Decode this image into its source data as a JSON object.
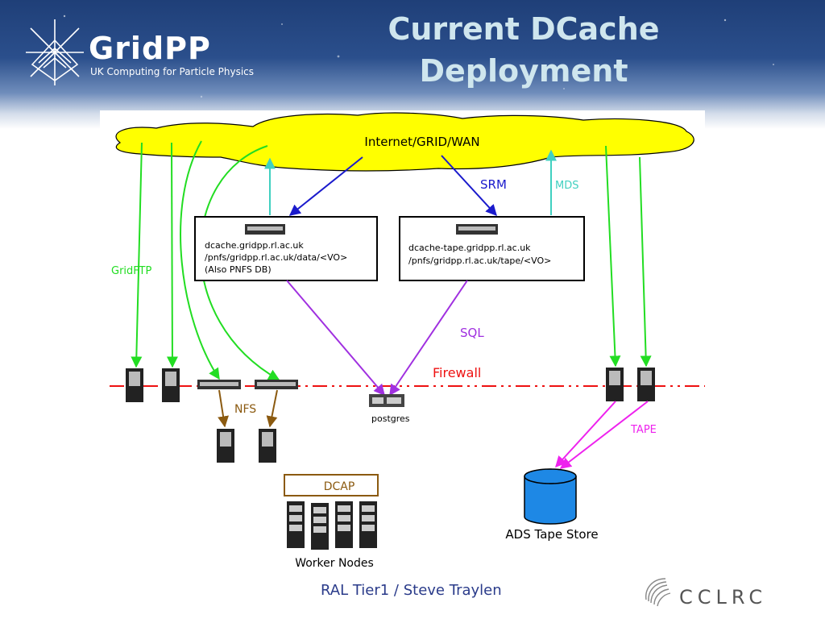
{
  "header": {
    "logo": {
      "name": "GridPP",
      "tagline": "UK Computing for Particle Physics"
    },
    "title_line1": "Current DCache",
    "title_line2": "Deployment"
  },
  "diagram": {
    "cloud_label": "Internet/GRID/WAN",
    "server1": {
      "line1": "dcache.gridpp.rl.ac.uk",
      "line2": "/pnfs/gridpp.rl.ac.uk/data/<VO>",
      "line3": "(Also PNFS DB)"
    },
    "server2": {
      "line1": "dcache-tape.gridpp.rl.ac.uk",
      "line2": "/pnfs/gridpp.rl.ac.uk/tape/<VO>"
    },
    "labels": {
      "gridftp": "GridFTP",
      "srm": "SRM",
      "mds": "MDS",
      "sql": "SQL",
      "firewall": "Firewall",
      "nfs": "NFS",
      "tape": "TAPE",
      "postgres": "postgres",
      "dcap": "DCAP",
      "worker_nodes": "Worker Nodes",
      "ads_tape_store": "ADS Tape Store"
    },
    "colors": {
      "gridftp": "#22dd22",
      "srm": "#1a1acc",
      "mds": "#40d0c0",
      "sql": "#a030e0",
      "firewall": "#ee1111",
      "nfs": "#8b5a10",
      "tape": "#ee22ee",
      "cloud": "#ffff00",
      "tape_store": "#1e88e5"
    }
  },
  "footer": {
    "text": "RAL Tier1 / Steve Traylen",
    "org": "CCLRC"
  }
}
